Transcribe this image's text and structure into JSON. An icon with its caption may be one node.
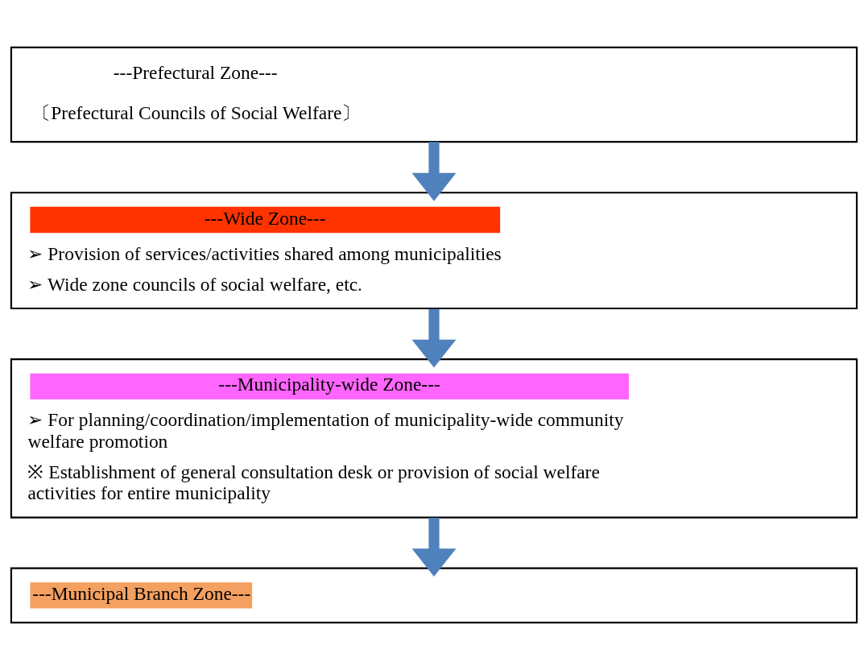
{
  "diagram": {
    "nodes": [
      {
        "text": [
          "---Prefectural Zone---",
          "〔Prefectural Councils of Social Welfare〕"
        ]
      },
      {
        "text": [
          "---Wide Zone---",
          "➢ Provision of services/activities shared among municipalities",
          "➢ Wide zone councils of social welfare, etc."
        ]
      },
      {
        "text": [
          "---Municipality-wide Zone---",
          "➢ For planning/coordination/implementation of municipality-wide community welfare promotion",
          "※ Establishment of general consultation desk or provision of social welfare activities for entire municipality"
        ]
      },
      {
        "text": [
          "---Municipal Branch Zone---"
        ]
      }
    ],
    "edges": [
      {
        "from": 0,
        "to": 1,
        "arrow": "to"
      },
      {
        "from": 1,
        "to": 2,
        "arrow": "to"
      },
      {
        "from": 2,
        "to": 3,
        "arrow": "to"
      }
    ]
  }
}
